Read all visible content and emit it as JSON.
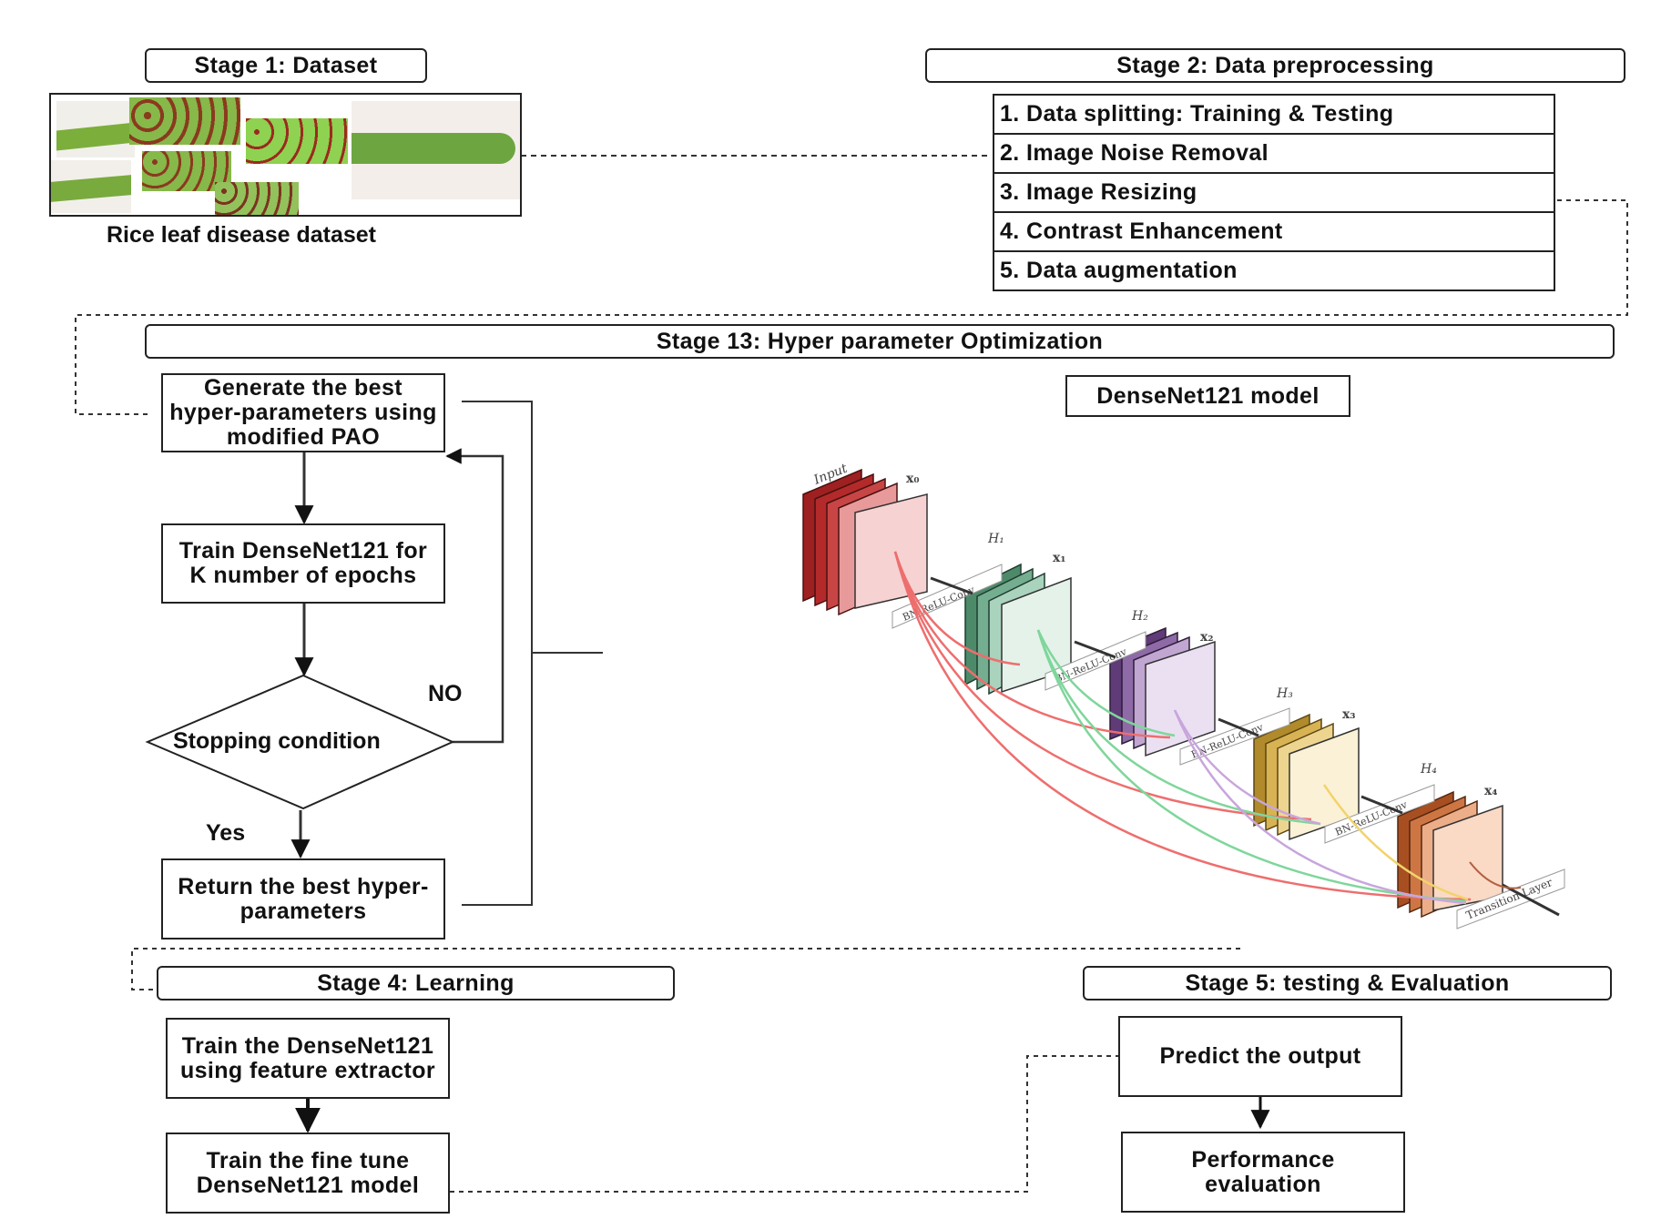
{
  "stage1": {
    "title": "Stage 1: Dataset",
    "caption": "Rice leaf disease dataset"
  },
  "stage2": {
    "title": "Stage 2: Data preprocessing",
    "steps": [
      "1. Data splitting: Training & Testing",
      "2. Image Noise Removal",
      "3. Image Resizing",
      "4. Contrast Enhancement",
      "5. Data augmentation"
    ]
  },
  "stage3": {
    "title": "Stage 13: Hyper parameter Optimization",
    "generate": "Generate the best hyper-parameters using modified PAO",
    "train_k": "Train DenseNet121 for K number of epochs",
    "stopping": "Stopping condition",
    "no": "NO",
    "yes": "Yes",
    "return_best": "Return the best hyper-parameters",
    "model_label": "DenseNet121 model"
  },
  "densenet": {
    "input": "Input",
    "x0": "x₀",
    "x1": "x₁",
    "x2": "x₂",
    "x3": "x₃",
    "x4": "x₄",
    "h1": "H₁",
    "h2": "H₂",
    "h3": "H₃",
    "h4": "H₄",
    "conv": "BN-ReLU-Conv",
    "transition": "Transition Layer",
    "colors": [
      "#b8302f",
      "#5e9a7b",
      "#7d5b90",
      "#c9a646",
      "#c2693a"
    ],
    "curve_colors": [
      "#ee6e6e",
      "#7fd69b",
      "#c8a6dc",
      "#f2d36b"
    ]
  },
  "stage4": {
    "title": "Stage 4: Learning",
    "feature": "Train the DenseNet121 using feature extractor",
    "finetune": "Train the fine tune DenseNet121 model"
  },
  "stage5": {
    "title": "Stage 5: testing & Evaluation",
    "predict": "Predict the output",
    "performance": "Performance evaluation"
  }
}
